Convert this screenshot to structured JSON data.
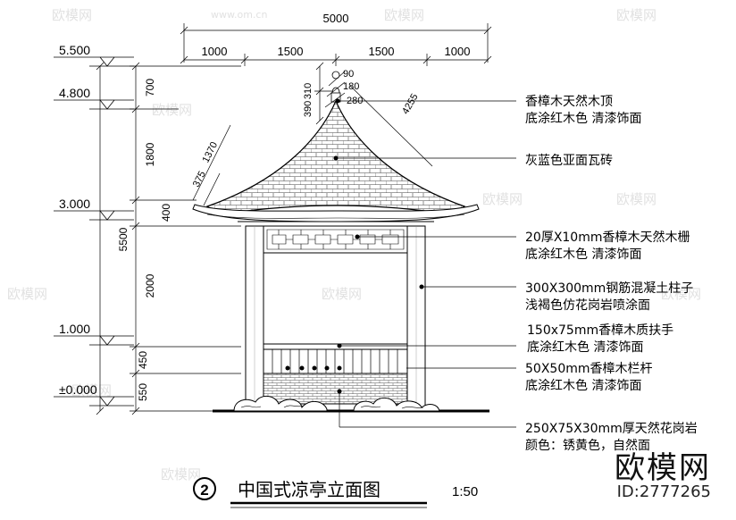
{
  "overall_width": "5000",
  "top_dims": [
    "1000",
    "1500",
    "1500",
    "1000"
  ],
  "roof_dims": [
    "310",
    "90",
    "180",
    "390",
    "280"
  ],
  "slope_dims": [
    "375",
    "1370",
    "4255"
  ],
  "vertical_dims": {
    "left": [
      "700",
      "1800",
      "400",
      "2000",
      "450",
      "550"
    ],
    "total": "5500"
  },
  "levels": [
    "5.500",
    "4.800",
    "3.000",
    "1.000",
    "±0.000"
  ],
  "notes": [
    [
      "香樟木天然木顶",
      "底涂红木色   清漆饰面"
    ],
    [
      "灰蓝色亚面瓦砖"
    ],
    [
      "20厚X10mm香樟木天然木栅",
      "底涂红木色   清漆饰面"
    ],
    [
      "300X300mm钢筋混凝土柱子",
      "浅褐色仿花岗岩喷涂面"
    ],
    [
      "150x75mm香樟木质扶手",
      "底涂红木色   清漆饰面"
    ],
    [
      "50X50mm香樟木栏杆",
      "底涂红木色   清漆饰面"
    ],
    [
      "250X75X30mm厚天然花岗岩",
      "颜色：锈黄色，自然面"
    ]
  ],
  "title": {
    "number": "2",
    "text": "中国式凉亭立面图",
    "scale": "1:50"
  },
  "watermark": {
    "brand": "欧模网",
    "id": "ID:2777265",
    "small_brand": "欧模网",
    "small_url": "www.om.cn"
  }
}
